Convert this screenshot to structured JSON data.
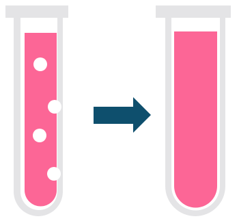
{
  "diagram": {
    "type": "test-tube-transition",
    "colors": {
      "glass": "#e4e4e6",
      "liquid": "#fc6696",
      "bubble": "#ffffff",
      "arrow": "#0e4f6d",
      "background": "#ffffff"
    },
    "tubes": [
      {
        "role": "before",
        "contents": "liquid-with-bubbles",
        "bubble_count": 4
      },
      {
        "role": "after",
        "contents": "clear-liquid",
        "bubble_count": 0
      }
    ],
    "arrow": {
      "direction": "right"
    }
  }
}
